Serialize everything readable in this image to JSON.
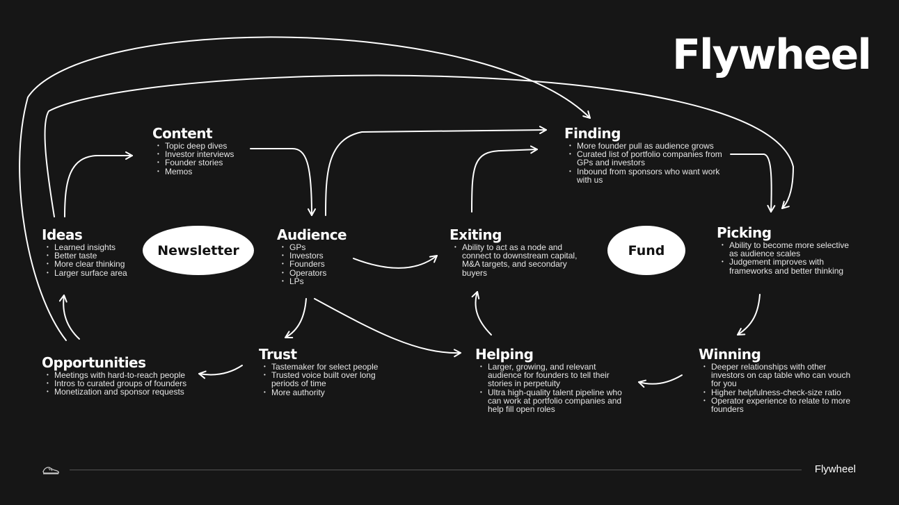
{
  "title": "Flywheel",
  "ovals": {
    "left": "Newsletter",
    "right": "Fund"
  },
  "nodes": {
    "content": {
      "title": "Content",
      "items": [
        "Topic deep dives",
        "Investor interviews",
        "Founder stories",
        "Memos"
      ]
    },
    "ideas": {
      "title": "Ideas",
      "items": [
        "Learned insights",
        "Better taste",
        "More clear thinking",
        "Larger surface area"
      ]
    },
    "audience": {
      "title": "Audience",
      "items": [
        "GPs",
        "Investors",
        "Founders",
        "Operators",
        "LPs"
      ]
    },
    "opportunities": {
      "title": "Opportunities",
      "items": [
        "Meetings with hard-to-reach people",
        "Intros to curated groups of founders",
        "Monetization and sponsor requests"
      ]
    },
    "trust": {
      "title": "Trust",
      "items": [
        "Tastemaker for select people",
        "Trusted voice built over long periods of time",
        "More authority"
      ]
    },
    "finding": {
      "title": "Finding",
      "items": [
        "More founder pull as audience grows",
        "Curated list of portfolio companies from GPs and investors",
        "Inbound from sponsors who want work with us"
      ]
    },
    "exiting": {
      "title": "Exiting",
      "items": [
        "Ability to act as a node and connect to downstream capital, M&A targets, and secondary buyers"
      ]
    },
    "picking": {
      "title": "Picking",
      "items": [
        "Ability to become more selective as audience scales",
        "Judgement improves with frameworks and better thinking"
      ]
    },
    "helping": {
      "title": "Helping",
      "items": [
        "Larger, growing, and relevant audience for founders to tell their stories in perpetuity",
        "Ultra high-quality talent pipeline who can work at portfolio companies and help fill open roles"
      ]
    },
    "winning": {
      "title": "Winning",
      "items": [
        "Deeper relationships with other investors on cap table who can vouch for you",
        "Higher helpfulness-check-size ratio",
        "Operator experience to relate to more founders"
      ]
    }
  },
  "footer": {
    "brand": "Flywheel"
  },
  "colors": {
    "background": "#161616",
    "text": "#ffffff",
    "oval": "#ffffff"
  }
}
